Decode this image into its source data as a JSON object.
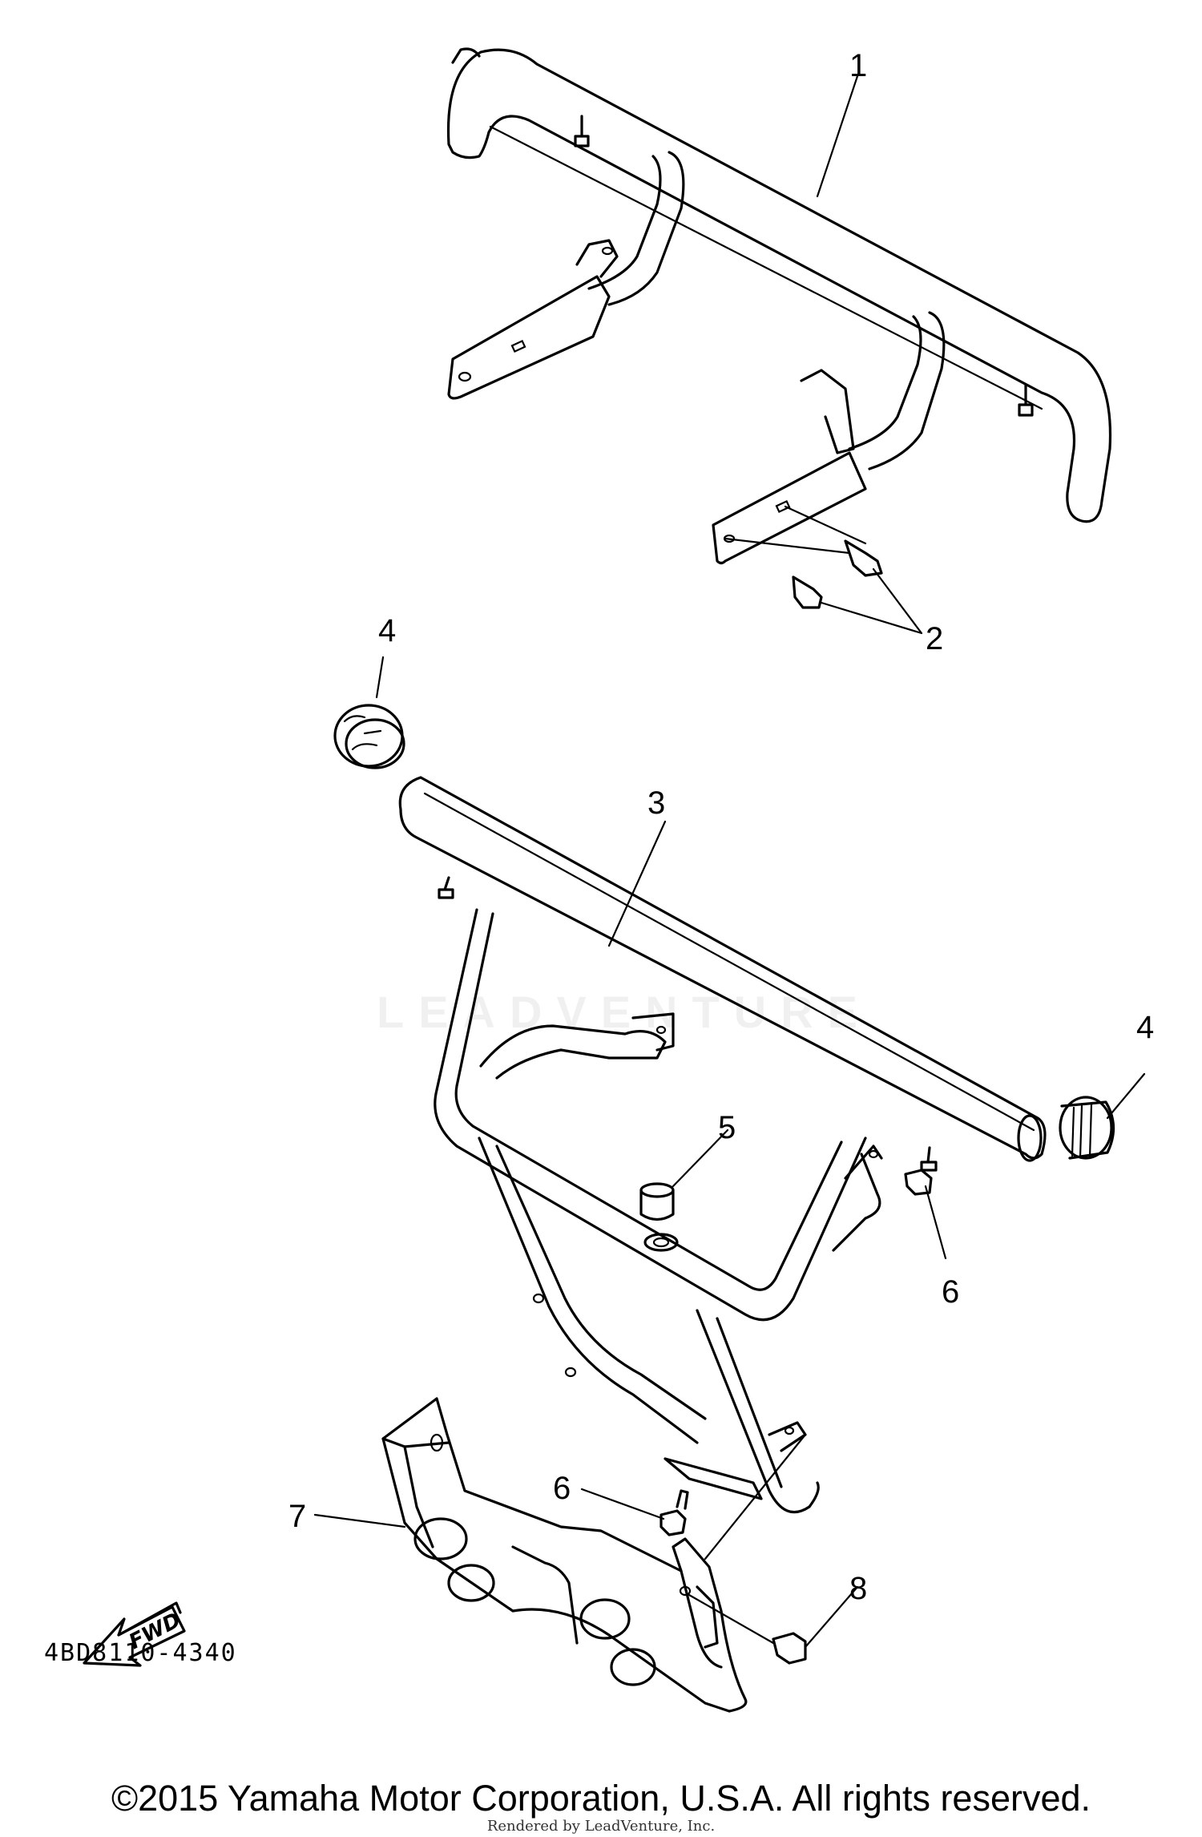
{
  "diagram": {
    "callouts": [
      "1",
      "2",
      "3",
      "4",
      "4",
      "5",
      "6",
      "6",
      "7",
      "8"
    ],
    "fwd_label": "FWD",
    "part_code": "4BD8110-4340",
    "watermark": "LEADVENTURE"
  },
  "footer": {
    "copyright": "©2015 Yamaha Motor Corporation, U.S.A. All rights reserved.",
    "rendered_by": "Rendered by LeadVenture, Inc."
  }
}
